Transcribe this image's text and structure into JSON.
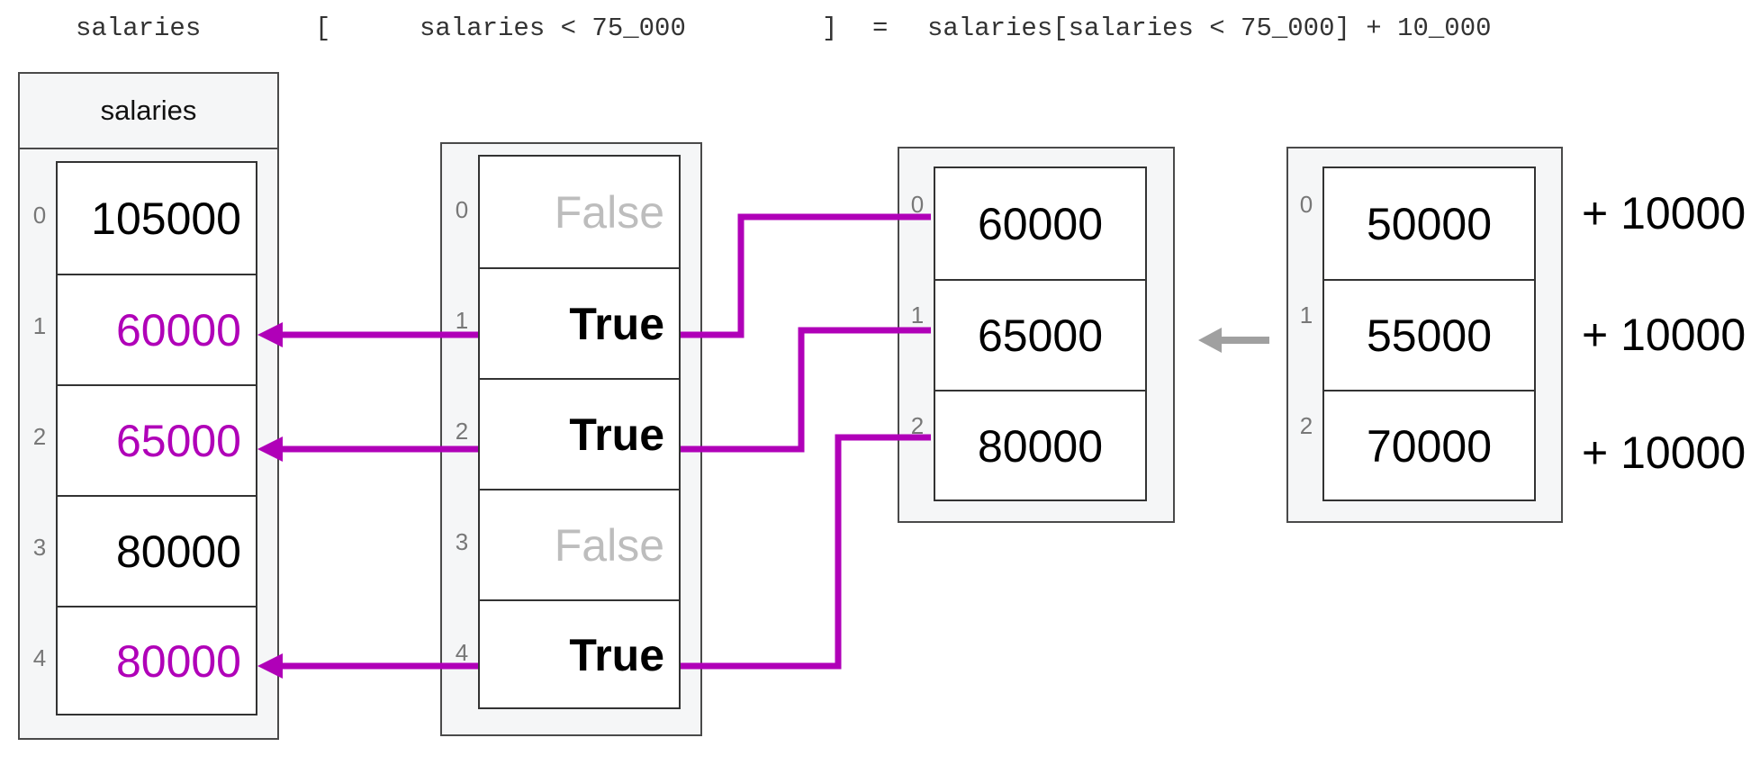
{
  "code": {
    "salaries": "salaries",
    "open_bracket": "[",
    "mask_expr": "salaries < 75_000",
    "close_bracket": "]",
    "equals": "=",
    "rhs": "salaries[salaries < 75_000] + 10_000"
  },
  "salaries_box": {
    "title": "salaries",
    "indices": [
      "0",
      "1",
      "2",
      "3",
      "4"
    ],
    "values": [
      "105000",
      "60000",
      "65000",
      "80000",
      "80000"
    ]
  },
  "mask_box": {
    "indices": [
      "0",
      "1",
      "2",
      "3",
      "4"
    ],
    "values": [
      "False",
      "True",
      "True",
      "False",
      "True"
    ]
  },
  "result_box": {
    "indices": [
      "0",
      "1",
      "2"
    ],
    "values": [
      "60000",
      "65000",
      "80000"
    ]
  },
  "selected_box": {
    "indices": [
      "0",
      "1",
      "2"
    ],
    "values": [
      "50000",
      "55000",
      "70000"
    ],
    "increments": [
      "+ 10000",
      "+ 10000",
      "+ 10000"
    ]
  },
  "colors": {
    "highlight": "#b000b8",
    "false_text": "#bdbdbd",
    "arrow_gray": "#a0a0a0"
  }
}
